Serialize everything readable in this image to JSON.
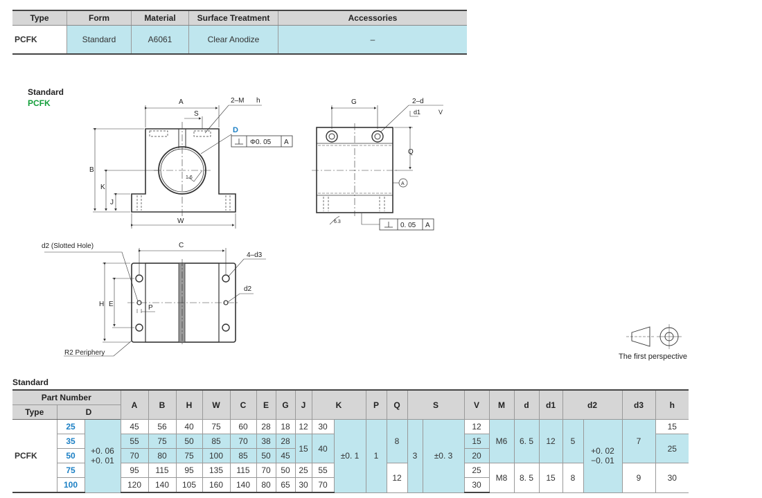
{
  "spec_table": {
    "headers": [
      "Type",
      "Form",
      "Material",
      "Surface Treatment",
      "Accessories"
    ],
    "row": [
      "PCFK",
      "Standard",
      "A6061",
      "Clear Anodize",
      "–"
    ]
  },
  "drawing": {
    "form_label": "Standard",
    "type_label": "PCFK",
    "front": {
      "A": "A",
      "S": "S",
      "M": "2–M",
      "h": "h",
      "D": "D",
      "tol": "Φ0. 05",
      "datum": "A",
      "B": "B",
      "K": "K",
      "J": "J",
      "W": "W",
      "roughness": "1.6"
    },
    "side": {
      "G": "G",
      "d": "2–d",
      "d1": "d1",
      "V": "V",
      "Q": "Q",
      "datum_marker": "A",
      "perp": "0. 05",
      "datum": "A",
      "roughness": "6.3"
    },
    "bottom": {
      "d2_slotted": "d2 (Slotted Hole)",
      "C": "C",
      "d3": "4–d3",
      "d2": "d2",
      "H": "H",
      "E": "E",
      "P": "P",
      "periphery": "R2 Periphery"
    },
    "perspective": "The first perspective"
  },
  "dims_table": {
    "title": "Standard",
    "part_number": "Part Number",
    "type_header": "Type",
    "d_header": "D",
    "type": "PCFK",
    "tol_D": [
      "+0. 06",
      "+0. 01"
    ],
    "tol_K": "±0. 1",
    "tol_S": "±0. 3",
    "tol_d2": [
      "+0. 02",
      "−0. 01"
    ],
    "cols": [
      "A",
      "B",
      "H",
      "W",
      "C",
      "E",
      "G",
      "J",
      "K",
      "P",
      "Q",
      "S",
      "V",
      "M",
      "d",
      "d1",
      "d2",
      "d3",
      "h"
    ],
    "D": [
      "25",
      "35",
      "50",
      "75",
      "100"
    ],
    "A": [
      "45",
      "55",
      "70",
      "95",
      "120"
    ],
    "B": [
      "56",
      "75",
      "80",
      "115",
      "140"
    ],
    "H": [
      "40",
      "50",
      "75",
      "95",
      "105"
    ],
    "W": [
      "75",
      "85",
      "100",
      "135",
      "160"
    ],
    "C": [
      "60",
      "70",
      "85",
      "115",
      "140"
    ],
    "E": [
      "28",
      "38",
      "50",
      "70",
      "80"
    ],
    "G": [
      "18",
      "28",
      "45",
      "50",
      "65"
    ],
    "J": [
      "12",
      "15",
      "25",
      "30"
    ],
    "K": [
      "30",
      "40",
      "55",
      "70"
    ],
    "P": "1",
    "Q": [
      "8",
      "12"
    ],
    "S": "3",
    "V": [
      "12",
      "15",
      "20",
      "25",
      "30"
    ],
    "M": [
      "M6",
      "M8"
    ],
    "d": [
      "6. 5",
      "8. 5"
    ],
    "d1": [
      "12",
      "15"
    ],
    "d2": [
      "5",
      "8"
    ],
    "d3": [
      "7",
      "9"
    ],
    "h": [
      "15",
      "25",
      "30"
    ]
  }
}
